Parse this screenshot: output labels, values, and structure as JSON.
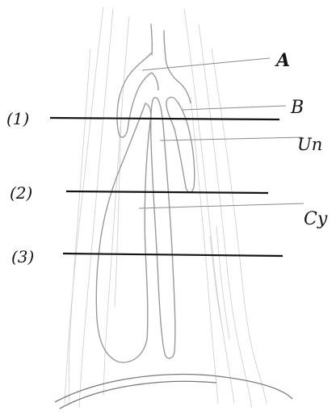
{
  "diagram": {
    "labels": {
      "A": "A",
      "B": "B",
      "Un": "Un",
      "Cy": "Cy"
    },
    "sections": [
      "(1)",
      "(2)",
      "(3)"
    ]
  },
  "colors": {
    "paper": "#ffffff",
    "ink": "#141414",
    "pencil": "#9a9a9a",
    "pencil_light": "#c4c4c4"
  }
}
